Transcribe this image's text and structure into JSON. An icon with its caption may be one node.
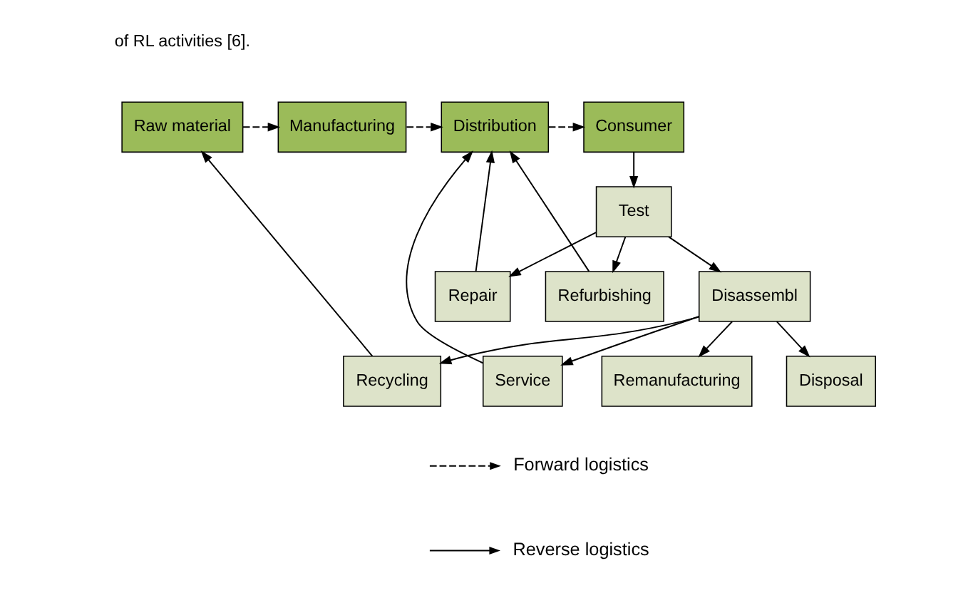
{
  "diagram": {
    "nodes": [
      {
        "text": [
          "Raw material"
        ]
      },
      {
        "text": [
          "Manufacturing"
        ]
      },
      {
        "text": [
          "Distribution"
        ]
      },
      {
        "text": [
          "Consumer"
        ]
      },
      {
        "text": [
          "Repair"
        ]
      },
      {
        "text": [
          "Test"
        ]
      },
      {
        "text": [
          "Refurbishing"
        ]
      },
      {
        "text": [
          "Service"
        ]
      },
      {
        "text": [
          "Disassembl"
        ]
      },
      {
        "text": [
          "Remanufacturing"
        ]
      },
      {
        "text": [
          "Recycling"
        ]
      },
      {
        "text": [
          "Disposal"
        ]
      }
    ],
    "edges": [
      {
        "from": 0,
        "to": 1,
        "arrow": "to",
        "style": "dashed"
      },
      {
        "from": 1,
        "to": 2,
        "arrow": "to",
        "style": "dashed"
      },
      {
        "from": 2,
        "to": 3,
        "arrow": "to",
        "style": "dashed"
      },
      {
        "from": 3,
        "to": 5,
        "arrow": "to"
      },
      {
        "from": 5,
        "to": 4,
        "arrow": "to"
      },
      {
        "from": 5,
        "to": 6,
        "arrow": "to"
      },
      {
        "from": 4,
        "to": 2,
        "arrow": "to"
      },
      {
        "from": 6,
        "to": 2,
        "arrow": "to"
      },
      {
        "from": 7,
        "to": 2,
        "arrow": "to"
      },
      {
        "from": 5,
        "to": 8,
        "arrow": "to"
      },
      {
        "from": 8,
        "to": 7,
        "arrow": "to"
      },
      {
        "from": 8,
        "to": 9,
        "arrow": "to"
      },
      {
        "from": 8,
        "to": 10,
        "arrow": "to"
      },
      {
        "from": 8,
        "to": 11,
        "arrow": "to"
      },
      {
        "from": 10,
        "to": 0,
        "arrow": "to"
      }
    ],
    "labels": [
      "of RL activities [6]."
    ],
    "legend": [
      {
        "text": "Forward logistics"
      },
      {
        "text": "Reverse logistics"
      }
    ]
  }
}
